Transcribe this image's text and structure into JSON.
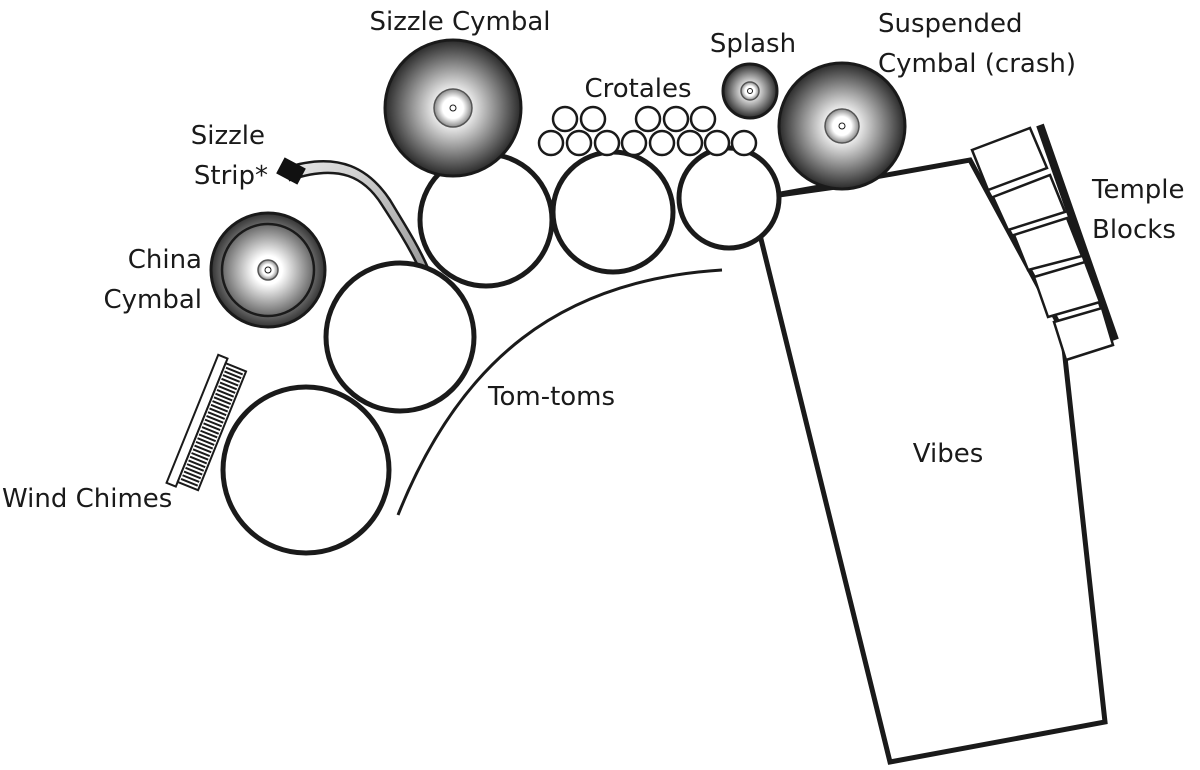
{
  "labels": {
    "sizzle_cymbal": "Sizzle Cymbal",
    "splash": "Splash",
    "suspended_line1": "Suspended",
    "suspended_line2": "Cymbal (crash)",
    "crotales": "Crotales",
    "sizzle_strip_line1": "Sizzle",
    "sizzle_strip_line2": "Strip*",
    "china_line1": "China",
    "china_line2": "Cymbal",
    "temple_line1": "Temple",
    "temple_line2": "Blocks",
    "wind_chimes": "Wind Chimes",
    "tom_toms": "Tom-toms",
    "vibes": "Vibes"
  },
  "colors": {
    "line": "#1a1a1a",
    "cymbal_dark": "#2a2a2a",
    "cymbal_light": "#ffffff",
    "strip_gray": "#bdbdbd"
  }
}
